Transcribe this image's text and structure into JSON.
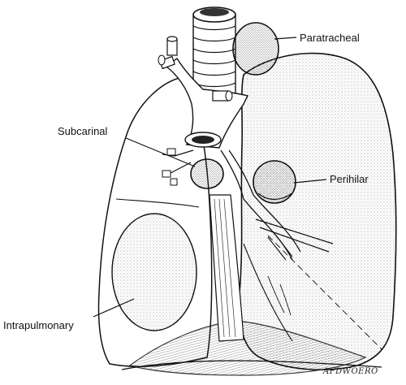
{
  "labels": {
    "paratracheal": "Paratracheal",
    "subcarinal": "Subcarinal",
    "perihilar": "Perihilar",
    "intrapulmonary": "Intrapulmonary"
  },
  "signature": "AFDWOERO",
  "colors": {
    "ink": "#111111",
    "stipple": "#555555",
    "paper": "#ffffff"
  }
}
